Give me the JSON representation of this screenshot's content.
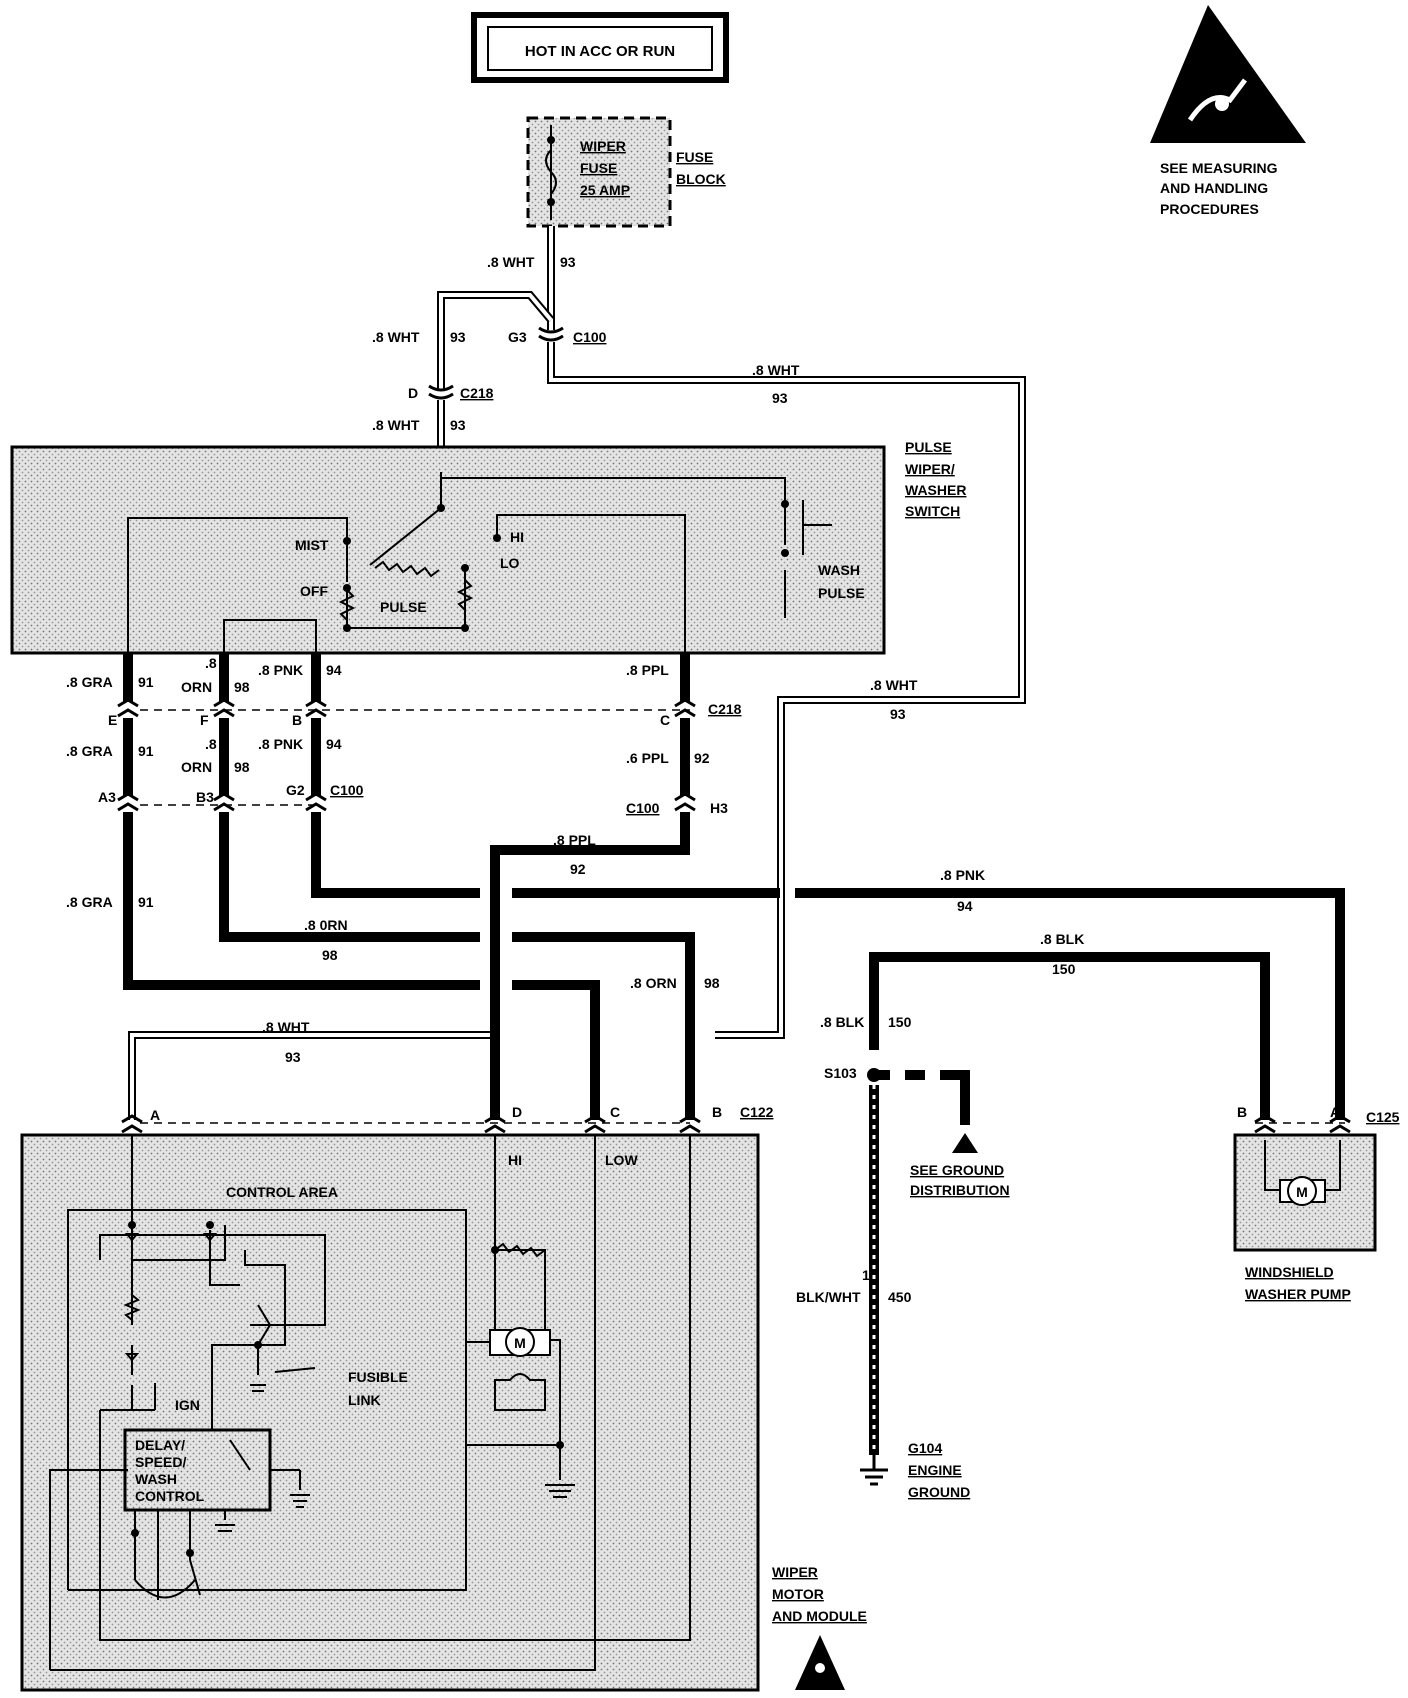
{
  "title": "HOT IN ACC OR RUN",
  "esd_note": [
    "SEE MEASURING",
    "AND HANDLING",
    "PROCEDURES"
  ],
  "fuse": {
    "lines": [
      "WIPER",
      "FUSE",
      "25 AMP"
    ],
    "block": [
      "FUSE",
      "BLOCK"
    ]
  },
  "switch": {
    "name": [
      "PULSE",
      "WIPER/",
      "WASHER",
      "SWITCH"
    ],
    "positions": {
      "mist": "MIST",
      "off": "OFF",
      "pulse": "PULSE",
      "hi": "HI",
      "lo": "LO"
    },
    "wash": [
      "WASH",
      "PULSE"
    ]
  },
  "wires": {
    "wht": ".8 WHT",
    "c93": "93",
    "gra": ".8 GRA",
    "c91": "91",
    "orn_a": ".8",
    "orn_b": "ORN",
    "c98": "98",
    "orn": ".8 ORN",
    "orn_joined": ".8 0RN",
    "pnk": ".8 PNK",
    "c94": "94",
    "ppl": ".8 PPL",
    "ppl_alt": ".6 PPL",
    "c92": "92",
    "blk": ".8 BLK",
    "c150": "150",
    "blkwht_a": "1",
    "blkwht_b": "BLK/WHT",
    "c450": "450"
  },
  "connectors": {
    "c100": "C100",
    "c218": "C218",
    "c122": "C122",
    "c125": "C125",
    "g3": "G3",
    "d": "D",
    "e": "E",
    "f": "F",
    "b": "B",
    "c": "C",
    "a3": "A3",
    "b3": "B3",
    "g2": "G2",
    "h3": "H3",
    "a": "A",
    "s103": "S103"
  },
  "ground": {
    "see": [
      "SEE GROUND",
      "DISTRIBUTION"
    ],
    "g104": [
      "G104",
      "ENGINE",
      "GROUND"
    ]
  },
  "pump": {
    "name": [
      "WINDSHIELD",
      "WASHER PUMP"
    ],
    "motor": "M"
  },
  "wiper_module": {
    "name": [
      "WIPER",
      "MOTOR",
      "AND MODULE"
    ],
    "control_area": "CONTROL AREA",
    "ign": "IGN",
    "fusible": [
      "FUSIBLE",
      "LINK"
    ],
    "control": [
      "DELAY/",
      "SPEED/",
      "WASH",
      "CONTROL"
    ],
    "hi": "HI",
    "low": "LOW",
    "motor": "M"
  }
}
